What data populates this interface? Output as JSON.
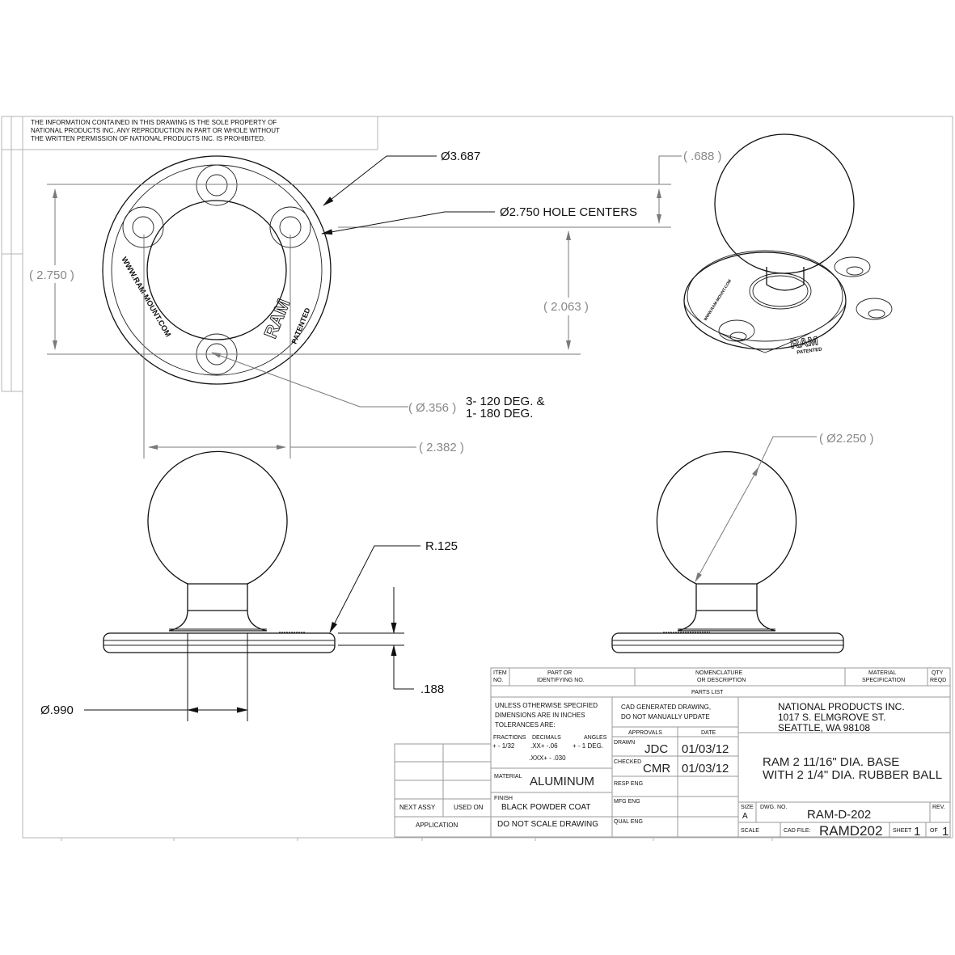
{
  "notice": {
    "lines": [
      "THE INFORMATION CONTAINED IN THIS DRAWING IS THE SOLE PROPERTY OF",
      "NATIONAL PRODUCTS INC. ANY REPRODUCTION IN PART OR WHOLE WITHOUT",
      "THE WRITTEN PERMISSION OF NATIONAL PRODUCTS INC. IS PROHIBITED."
    ]
  },
  "dimensions": {
    "outer_diameter": "Ø3.687",
    "hole_centers": "Ø2.750 HOLE CENTERS",
    "ball_offset": "( .688 )",
    "height_left": "( 2.750 )",
    "height_right": "( 2.063 )",
    "hole_diameter": "( Ø.356 )",
    "hole_pattern_line1": "3- 120 DEG. &",
    "hole_pattern_line2": "1- 180 DEG.",
    "width": "( 2.382 )",
    "ball_diameter": "( Ø2.250 )",
    "fillet_radius": "R.125",
    "base_thickness": ".188",
    "neck_diameter": "Ø.990"
  },
  "part_markings": {
    "brand": "RAM",
    "patent": "PATENTED",
    "website": "WWW.RAM-MOUNT.COM"
  },
  "parts_list": {
    "headers": [
      {
        "line1": "ITEM",
        "line2": "NO."
      },
      {
        "line1": "PART OR",
        "line2": "IDENTIFYING NO."
      },
      {
        "line1": "NOMENCLATURE",
        "line2": "OR DESCRIPTION"
      },
      {
        "line1": "MATERIAL",
        "line2": "SPECIFICATION"
      },
      {
        "line1": "QTY",
        "line2": "REQD"
      }
    ],
    "title": "PARTS LIST"
  },
  "tolerances": {
    "line1": "UNLESS OTHERWISE SPECIFIED",
    "line2": "DIMENSIONS ARE IN INCHES",
    "line3": "TOLERANCES ARE:",
    "fractions_label": "FRACTIONS",
    "decimals_label": "DECIMALS",
    "angles_label": "ANGLES",
    "fractions_value": "+ - 1/32",
    "decimals_xx": ".XX+ -.06",
    "angles_value": "+ - 1 DEG.",
    "decimals_xxx": ".XXX+ - .030"
  },
  "cad_note": {
    "line1": "CAD GENERATED DRAWING,",
    "line2": "DO NOT MANUALLY UPDATE"
  },
  "approvals": {
    "header_approvals": "APPROVALS",
    "header_date": "DATE",
    "drawn_label": "DRAWN",
    "drawn_by": "JDC",
    "drawn_date": "01/03/12",
    "checked_label": "CHECKED",
    "checked_by": "CMR",
    "checked_date": "01/03/12",
    "resp_eng_label": "RESP ENG",
    "mfg_eng_label": "MFG ENG",
    "qual_eng_label": "QUAL ENG"
  },
  "material": {
    "label": "MATERIAL",
    "value": "ALUMINUM"
  },
  "finish": {
    "label": "FINISH",
    "value": "BLACK POWDER COAT"
  },
  "scale_note": "DO NOT SCALE DRAWING",
  "application_block": {
    "next_assy": "NEXT ASSY",
    "used_on": "USED ON",
    "application": "APPLICATION"
  },
  "company": {
    "name": "NATIONAL PRODUCTS INC.",
    "address1": "1017 S. ELMGROVE ST.",
    "address2": "SEATTLE, WA 98108"
  },
  "title_block": {
    "title_line1": "RAM 2 11/16\" DIA. BASE",
    "title_line2": "WITH 2 1/4\" DIA. RUBBER BALL",
    "size_label": "SIZE",
    "size": "A",
    "dwg_no_label": "DWG. NO.",
    "dwg_no": "RAM-D-202",
    "rev_label": "REV.",
    "scale_label": "SCALE",
    "cad_file_label": "CAD FILE:",
    "cad_file": "RAMD202",
    "sheet_label": "SHEET",
    "sheet": "1",
    "of_label": "OF",
    "of": "1"
  }
}
